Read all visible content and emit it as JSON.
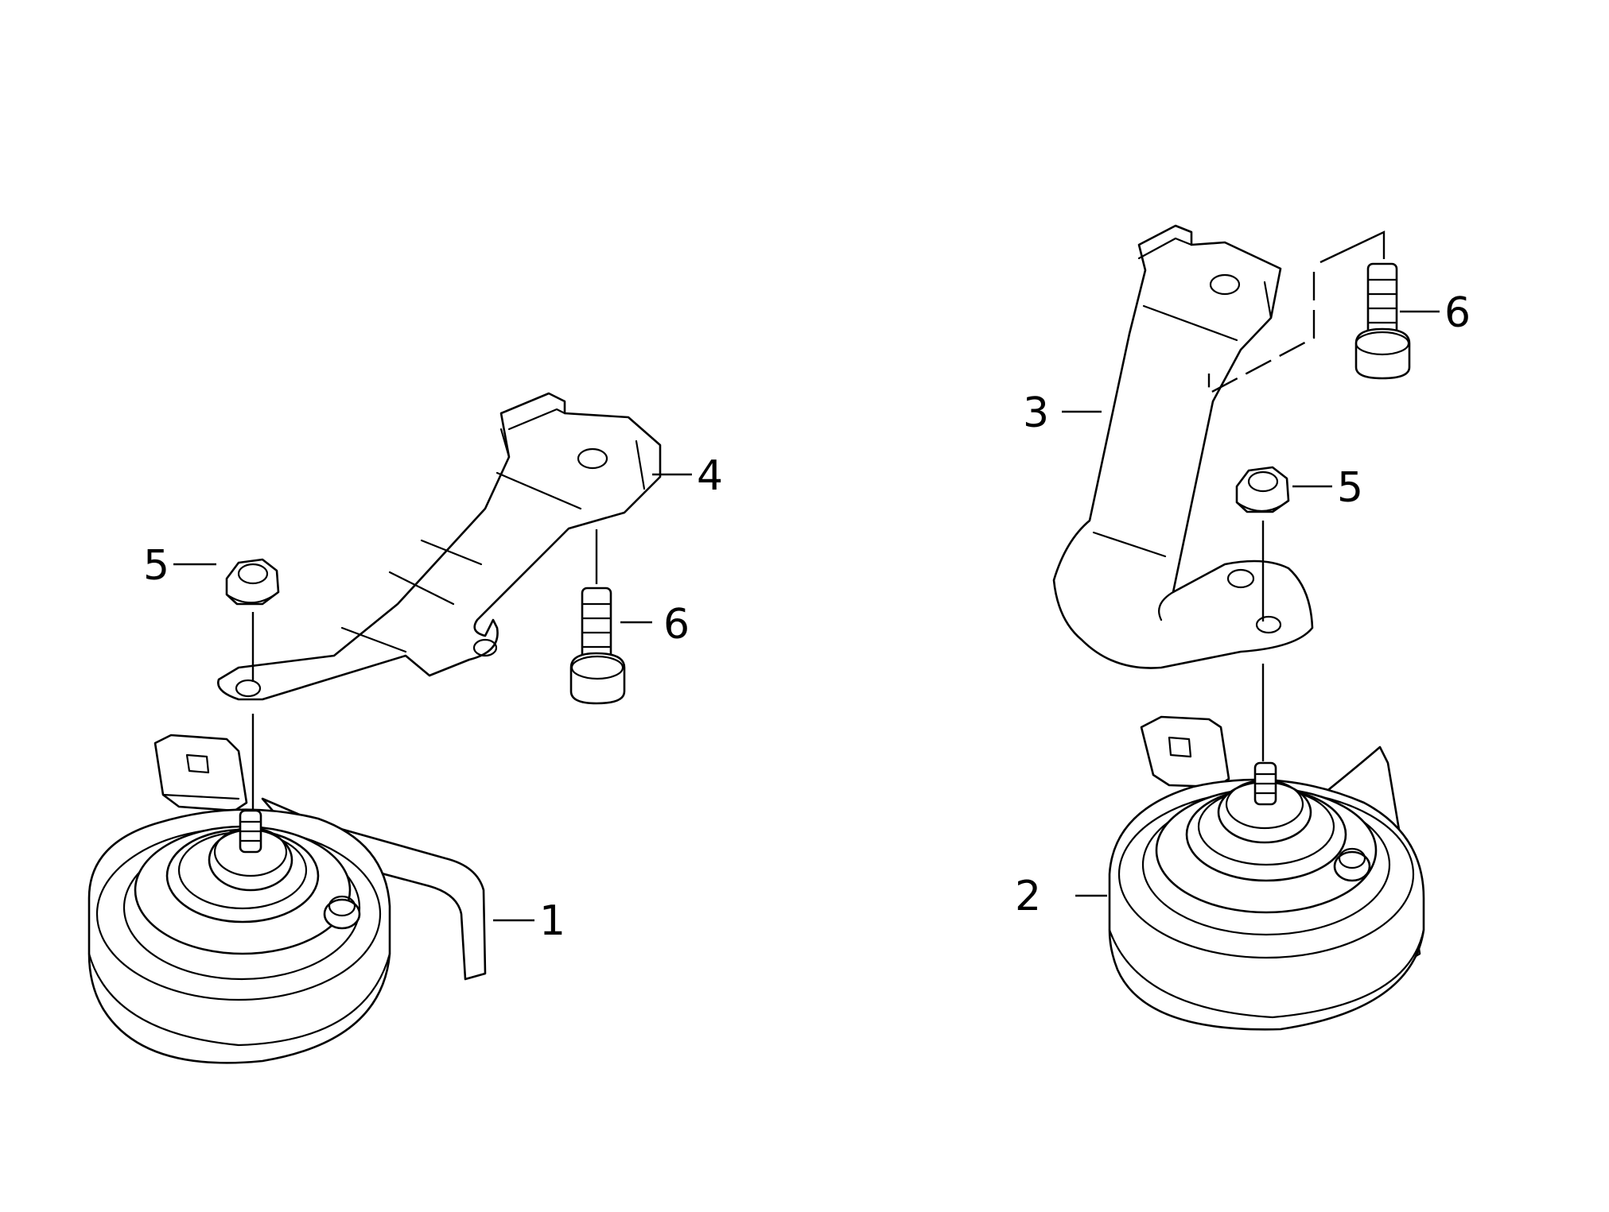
{
  "callouts": {
    "c1": "1",
    "c2": "2",
    "c3": "3",
    "c4": "4",
    "c5_left": "5",
    "c5_right": "5",
    "c6_left": "6",
    "c6_right": "6"
  },
  "colors": {
    "line": "#000000",
    "background": "#ffffff"
  }
}
